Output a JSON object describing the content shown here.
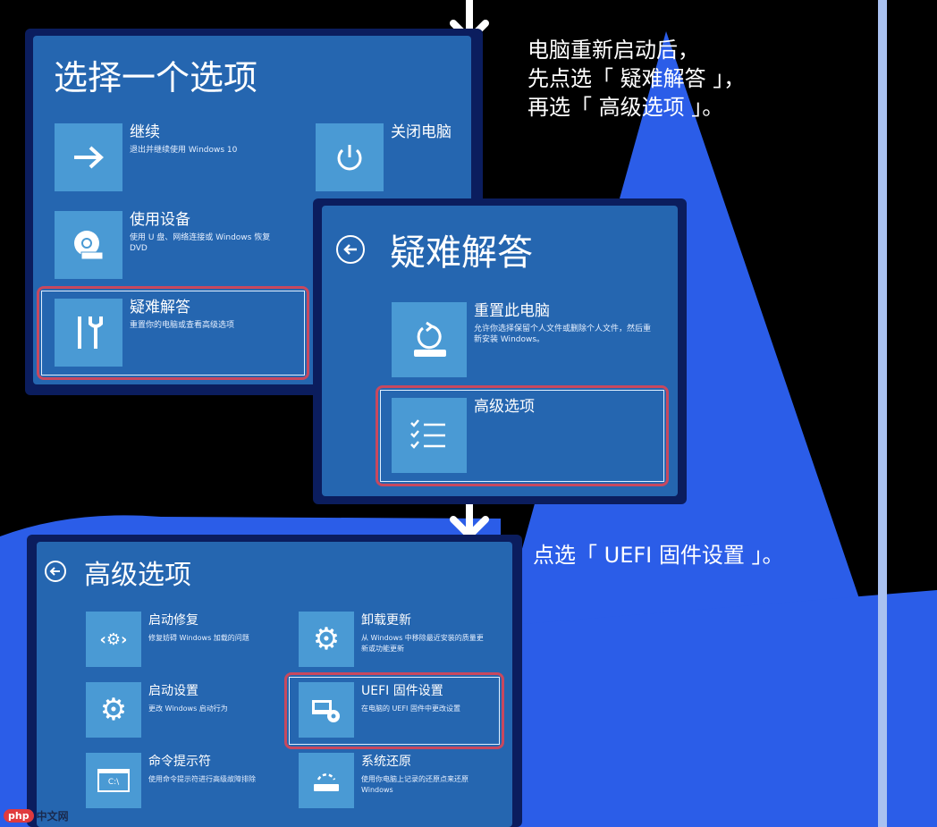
{
  "panel1": {
    "title": "选择一个选项",
    "tiles": [
      {
        "name": "继续",
        "desc": "退出并继续使用 Windows 10",
        "icon": "arrow-right-icon"
      },
      {
        "name": "关闭电脑",
        "desc": "",
        "icon": "power-icon"
      },
      {
        "name": "使用设备",
        "desc": "使用 U 盘、网络连接或 Windows 恢复 DVD",
        "icon": "disc-drive-icon"
      },
      {
        "name": "疑难解答",
        "desc": "重置你的电脑或查看高级选项",
        "icon": "tools-icon"
      }
    ]
  },
  "panel2": {
    "title": "疑难解答",
    "tiles": [
      {
        "name": "重置此电脑",
        "desc": "允许你选择保留个人文件或删除个人文件，然后重新安装 Windows。",
        "icon": "reset-icon"
      },
      {
        "name": "高级选项",
        "desc": "",
        "icon": "checklist-icon"
      }
    ]
  },
  "panel3": {
    "title": "高级选项",
    "tiles": [
      {
        "name": "启动修复",
        "desc": "修复妨碍 Windows 加载的问题",
        "icon": "startup-repair-icon"
      },
      {
        "name": "卸载更新",
        "desc": "从 Windows 中移除最近安装的质量更新或功能更新",
        "icon": "gear-icon"
      },
      {
        "name": "启动设置",
        "desc": "更改 Windows 启动行为",
        "icon": "gear-icon"
      },
      {
        "name": "UEFI 固件设置",
        "desc": "在电脑的 UEFI 固件中更改设置",
        "icon": "firmware-icon"
      },
      {
        "name": "命令提示符",
        "desc": "使用命令提示符进行高级故障排除",
        "icon": "cmd-icon",
        "glyph": "C:\\"
      },
      {
        "name": "系统还原",
        "desc": "使用你电脑上记录的还原点来还原 Windows",
        "icon": "system-restore-icon"
      }
    ]
  },
  "captions": {
    "step1": [
      "电脑重新启动后，",
      "先点选「 疑难解答 」，",
      "再选「 高级选项 」。"
    ],
    "step2": "点选「 UEFI 固件设置 」。"
  },
  "watermark": {
    "badge": "php",
    "text": "中文网"
  },
  "colors": {
    "panel": "#2566b0",
    "tile": "#4a9ad4",
    "highlight": "#c8485e",
    "accent": "#2b5de8"
  }
}
